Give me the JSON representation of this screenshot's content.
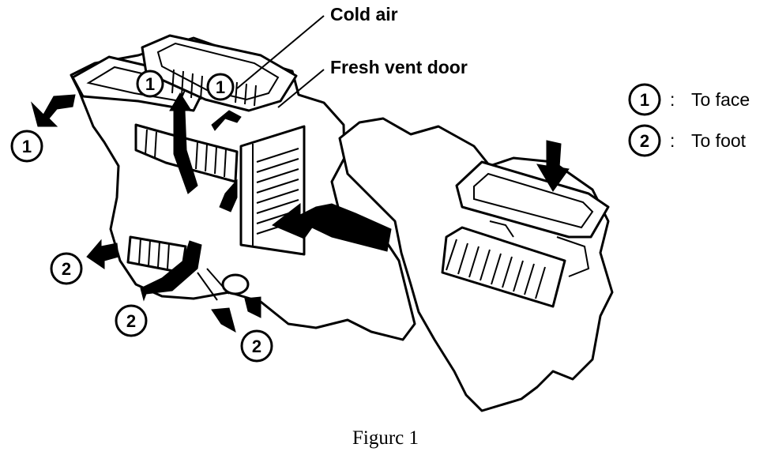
{
  "labels": {
    "cold_air": "Cold air",
    "fresh_vent_door": "Fresh vent door"
  },
  "legend": {
    "items": [
      {
        "num": "1",
        "sep": ":",
        "text": "To face"
      },
      {
        "num": "2",
        "sep": ":",
        "text": "To foot"
      }
    ]
  },
  "markers": {
    "face": "1",
    "foot": "2"
  },
  "caption": "Figurc 1"
}
